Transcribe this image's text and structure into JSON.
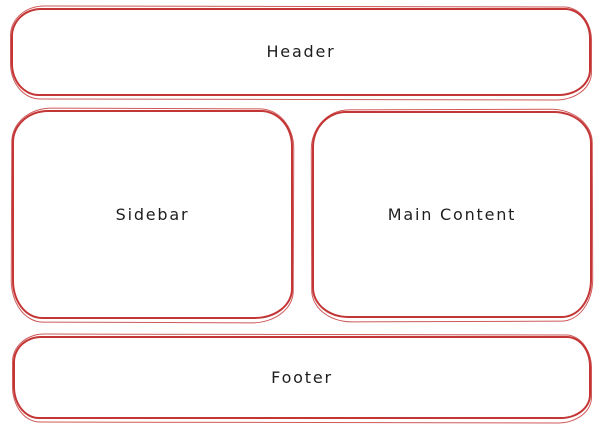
{
  "canvas": {
    "background": "#ffffff",
    "stroke_color": "#c43535",
    "text_color": "#1e1e1e",
    "style": "hand-drawn-wireframe"
  },
  "boxes": [
    {
      "id": "header",
      "label": "Header"
    },
    {
      "id": "sidebar",
      "label": "Sidebar"
    },
    {
      "id": "main-content",
      "label": "Main Content"
    },
    {
      "id": "footer",
      "label": "Footer"
    }
  ]
}
